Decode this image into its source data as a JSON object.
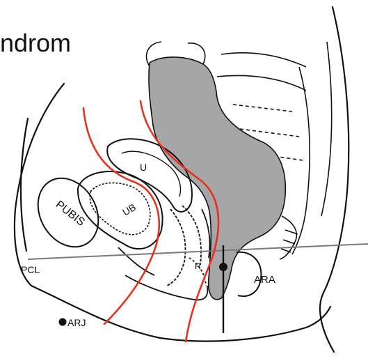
{
  "title": "ndrom",
  "labels": {
    "pubis": "PUBIS",
    "uterus": "U",
    "bladder": "UB",
    "rectum": "R",
    "ara": "ARA",
    "pcl": "PCL",
    "arj": "ARJ"
  },
  "colors": {
    "outline": "#111111",
    "rectum_fill": "#a6a6a6",
    "red_lines": "#e8301e",
    "pcl_line": "#7a7a7a"
  }
}
